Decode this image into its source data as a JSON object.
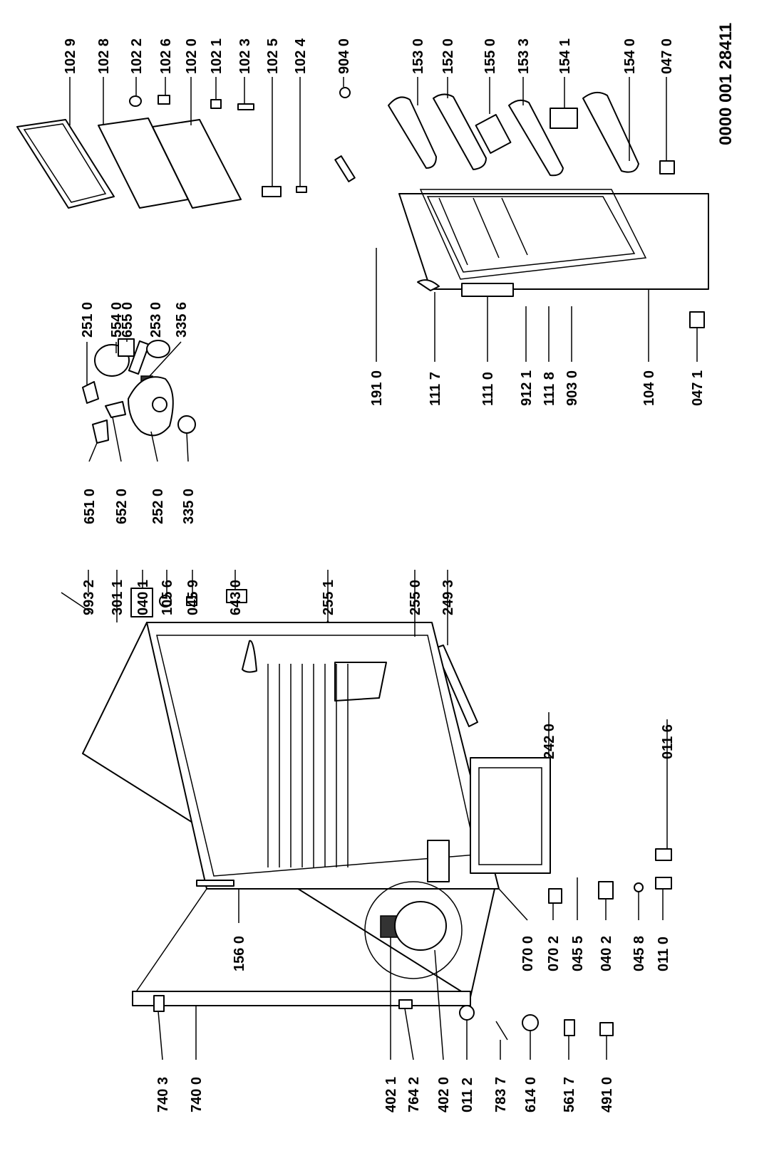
{
  "document_number": "0000 001 28411",
  "parts": {
    "p1029": "102 9",
    "p1028": "102 8",
    "p1022": "102 2",
    "p1026": "102 6",
    "p1020": "102 0",
    "p1021": "102 1",
    "p1023": "102 3",
    "p1025": "102 5",
    "p1024": "102 4",
    "p9040": "904 0",
    "p1530": "153 0",
    "p1520": "152 0",
    "p1550": "155 0",
    "p1533": "153 3",
    "p1541": "154 1",
    "p1540": "154 0",
    "p0470": "047 0",
    "p2510": "251 0",
    "p5540": "554 0",
    "p6550": "655 0",
    "p2530": "253 0",
    "p3356": "335 6",
    "p6510": "651 0",
    "p6520": "652 0",
    "p2520": "252 0",
    "p3350": "335 0",
    "p1910": "191 0",
    "p1117": "111 7",
    "p1110": "111 0",
    "p9121": "912 1",
    "p1118": "111 8",
    "p9030": "903 0",
    "p1040": "104 0",
    "p0471": "047 1",
    "p9932": "993 2",
    "p3011": "301 1",
    "p0401": "040 1",
    "p1056": "105 6",
    "p0459": "045 9",
    "p6430": "643 0",
    "p2551": "255 1",
    "p2550": "255 0",
    "p2493": "249 3",
    "p2420": "242 0",
    "p0116": "011 6",
    "p1560": "156 0",
    "p0700": "070 0",
    "p0702": "070 2",
    "p0455": "045 5",
    "p0402": "040 2",
    "p0458": "045 8",
    "p0110": "011 0",
    "p7403": "740 3",
    "p7400": "740 0",
    "p4021": "402 1",
    "p7642": "764 2",
    "p4020": "402 0",
    "p0112": "011 2",
    "p7837": "783 7",
    "p6140": "614 0",
    "p5617": "561 7",
    "p4910": "491 0"
  }
}
